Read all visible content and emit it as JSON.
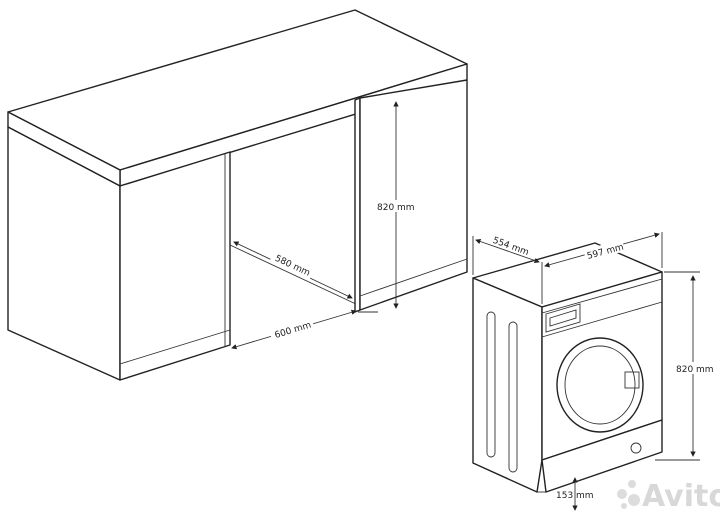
{
  "dimensions": {
    "cabinet_height": "820 mm",
    "niche_depth": "580 mm",
    "niche_width": "600 mm",
    "washer_depth": "554 mm",
    "washer_width": "597 mm",
    "washer_height": "820 mm",
    "plinth_height": "153 mm"
  },
  "watermark": "Avito",
  "colors": {
    "line": "#222222",
    "watermark": "#d8d8d8"
  }
}
